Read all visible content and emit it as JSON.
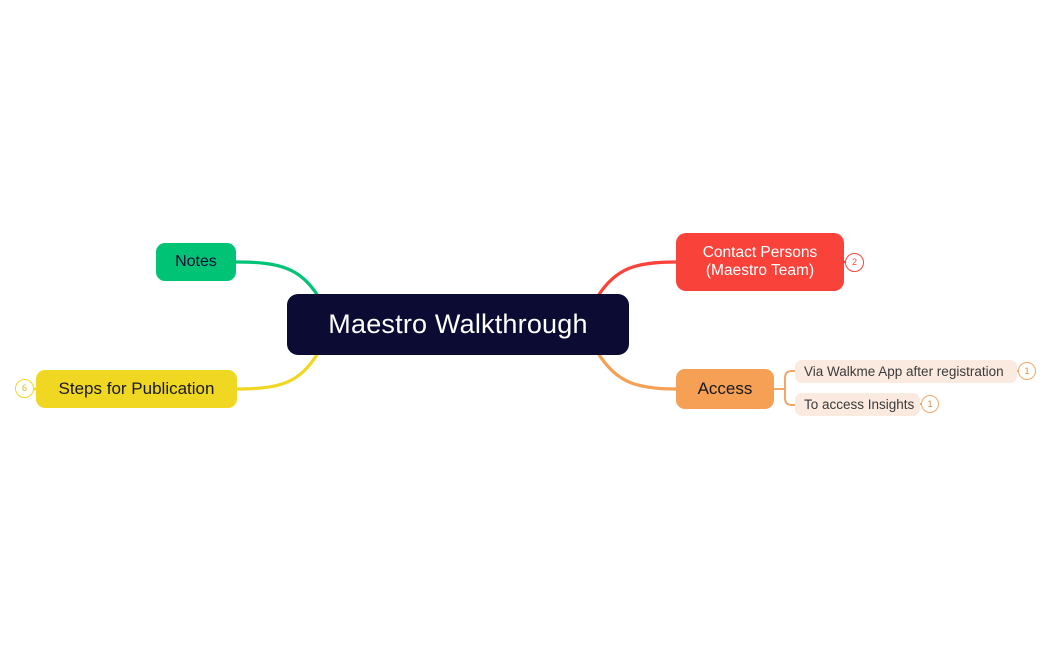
{
  "mindmap": {
    "root": {
      "label": "Maestro Walkthrough",
      "color": "#0b0b33"
    },
    "branches": [
      {
        "id": "notes",
        "label": "Notes",
        "color": "#00c376",
        "side": "left",
        "badge": null
      },
      {
        "id": "steps-for-publication",
        "label": "Steps for Publication",
        "color": "#f0d722",
        "side": "left",
        "badge": "6"
      },
      {
        "id": "contact-persons",
        "label": "Contact Persons\n(Maestro Team)",
        "color": "#f9423a",
        "side": "right",
        "badge": "2"
      },
      {
        "id": "access",
        "label": "Access",
        "color": "#f5a055",
        "side": "right",
        "badge": null,
        "children": [
          {
            "id": "via-walkme-app",
            "label": "Via Walkme App after registration",
            "badge": "1",
            "color": "#fbeadf"
          },
          {
            "id": "to-access-insights",
            "label": "To access Insights",
            "badge": "1",
            "color": "#fbeadf"
          }
        ]
      }
    ]
  }
}
